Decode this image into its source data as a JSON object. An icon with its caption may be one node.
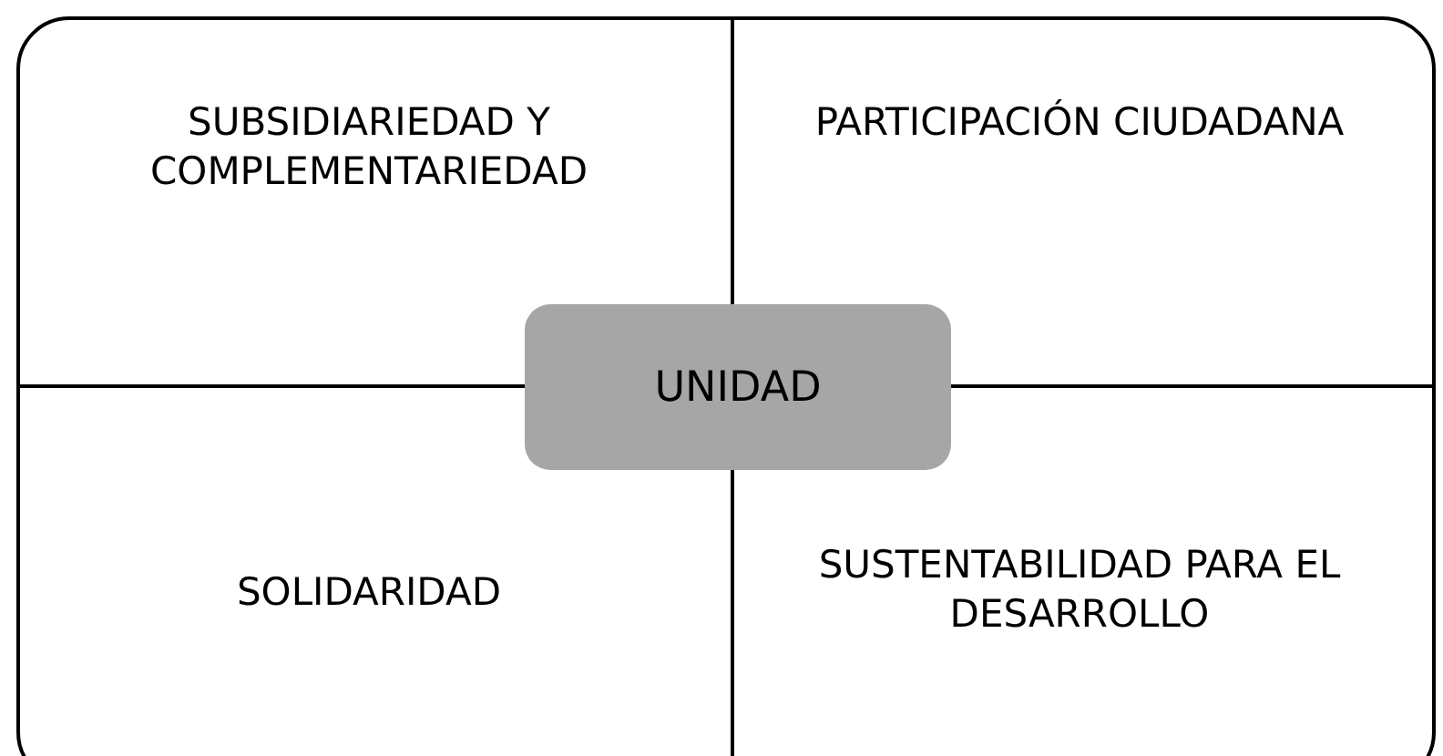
{
  "diagram": {
    "nodes": [
      {
        "text": [
          "UNIDAD"
        ]
      }
    ],
    "labels": [
      "SUBSIDIARIEDAD Y COMPLEMENTARIEDAD",
      "PARTICIPACIÓN CIUDADANA",
      "SOLIDARIDAD",
      "SUSTENTABILIDAD PARA EL DESARROLLO"
    ]
  }
}
